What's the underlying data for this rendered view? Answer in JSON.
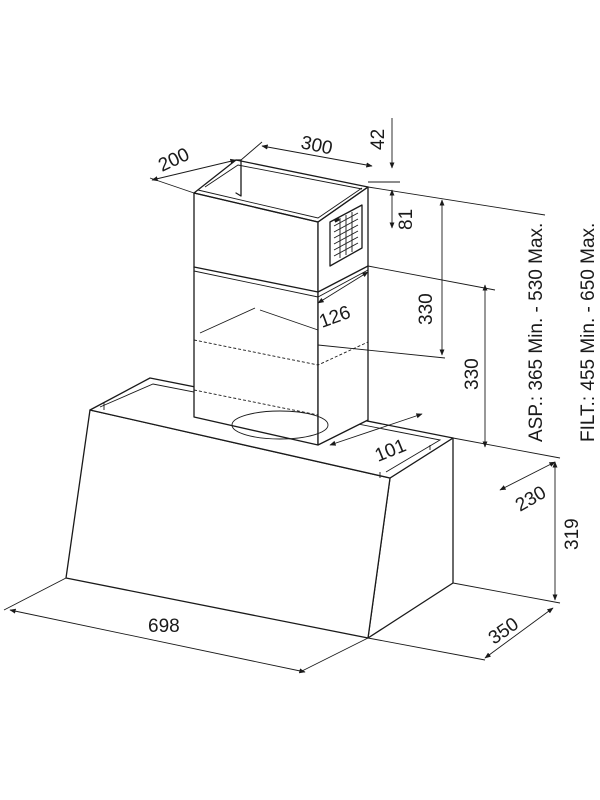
{
  "dimensions": {
    "chimney_top_depth": "200",
    "chimney_top_width": "300",
    "chimney_top_offset": "42",
    "vent_height": "81",
    "chimney_side_depth": "126",
    "upper_section": "330",
    "lower_section": "330",
    "chimney_base_offset": "101",
    "canopy_top_depth": "230",
    "canopy_height": "319",
    "canopy_width": "698",
    "canopy_depth": "350"
  },
  "notes": {
    "asp": "ASP.: 365 Min. - 530 Max.",
    "filt": "FILT.: 455 Min. - 650 Max."
  },
  "colors": {
    "line": "#1a1a1a",
    "background": "#ffffff"
  }
}
